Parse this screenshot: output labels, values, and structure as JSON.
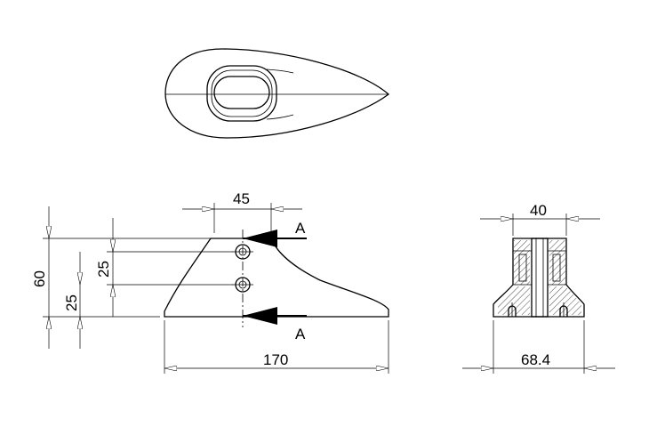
{
  "drawing": {
    "top_view": {},
    "side_view": {
      "dims": {
        "width_top": "45",
        "height_total": "60",
        "hole_spacing": "25",
        "hole_to_base": "25",
        "length": "170"
      },
      "section_marks": {
        "upper": "A",
        "lower": "A"
      }
    },
    "section_view": {
      "dims": {
        "top_width": "40",
        "base_width": "68.4"
      }
    }
  }
}
